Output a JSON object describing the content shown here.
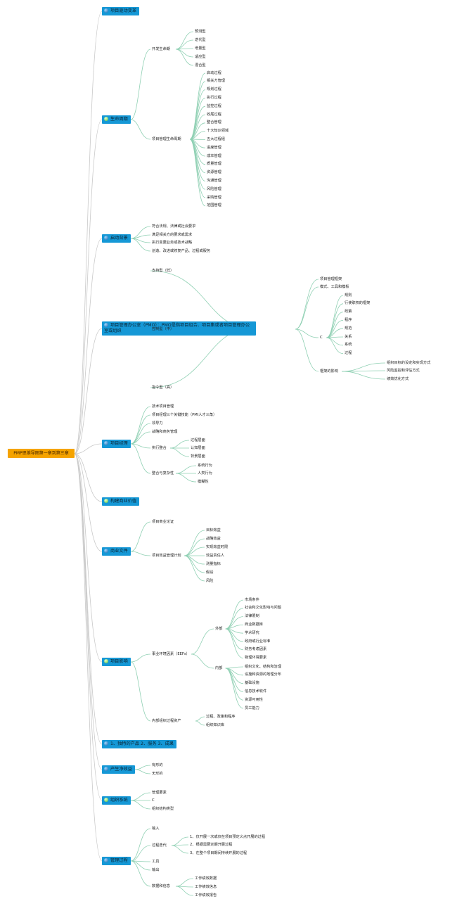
{
  "root": "PMP思维导图第一章到第三章",
  "branches": [
    {
      "label": "项目驱动变革",
      "icon": "sphere-icon"
    },
    {
      "label": "生命周期",
      "icon": "bulb-icon",
      "children": [
        {
          "label": "开发生命期",
          "children": [
            "预测型",
            "迭代型",
            "增量型",
            "适应型",
            "混合型"
          ]
        },
        {
          "label": "项目管理生命周期",
          "children": [
            "启动过程",
            "相关方管理",
            "规划过程",
            "执行过程",
            "监控过程",
            "收尾过程",
            "整合管理",
            "十大知识领域",
            "五大过程组",
            "进度管理",
            "成本管理",
            "质量管理",
            "资源管理",
            "沟通管理",
            "风险管理",
            "采购管理",
            "范围管理"
          ]
        }
      ]
    },
    {
      "label": "启动背景",
      "icon": "sphere-icon",
      "children": [
        "符合法规、法律或社会要求",
        "满足相关方的要求或需求",
        "执行变更业务或技术战略",
        "创造、改进或修复产品、过程或服务"
      ]
    },
    {
      "label": "项目管理办公室（PMO）：PMO是指项目组合、项目集或者项目管理办公室或组织",
      "icon": "sphere-icon",
      "children": [
        {
          "label": "支持型（低）"
        },
        {
          "label": "控制型（中）",
          "children": [
            "项目管理框架",
            "模式、工具和模板",
            {
              "label": "C",
              "children": [
                "规则",
                "行使职权的框架",
                "政策",
                "程序",
                "规范",
                "关系",
                "系统",
                "过程"
              ]
            },
            {
              "label": "框架的影响",
              "children": [
                "组织目标的设定和实现方式",
                "风险监控和评估方式",
                "绩效优化方式"
              ]
            }
          ]
        },
        {
          "label": "指令型（高）"
        }
      ]
    },
    {
      "label": "项目经理",
      "icon": "sphere-icon",
      "children": [
        "技术项目管理",
        "项目经理三个关键技能（PMI人才三角）",
        "领导力",
        "战略和商务管理",
        {
          "label": "执行整合",
          "children": [
            "过程层面",
            "认知层面",
            "背景层面"
          ]
        },
        {
          "label": "整合与复杂性",
          "children": [
            "系统行为",
            "人类行为",
            "模糊性"
          ]
        }
      ]
    },
    {
      "label": "构建商业价值",
      "icon": "bulb-icon"
    },
    {
      "label": "商业文件",
      "icon": "sphere-icon",
      "children": [
        "项目商业论证",
        {
          "label": "项目效益管理计划",
          "children": [
            "目标效益",
            "战略效益",
            "实现效益时限",
            "效益责任人",
            "测量指标",
            "假设",
            "风险"
          ]
        }
      ]
    },
    {
      "label": "项目影响",
      "icon": "bulb-icon",
      "children": [
        {
          "label": "事业环境因素（EEFs）",
          "children": [
            {
              "label": "外部",
              "children": [
                "市场条件",
                "社会和文化影响与问题",
                "法律限制",
                "商业数据库",
                "学术研究",
                "政府或行业标准",
                "财务考虑因素",
                "物理环境要素"
              ]
            },
            {
              "label": "内部",
              "children": [
                "组织文化、结构和治理",
                "设施和资源的地理分布",
                "基础设施",
                "信息技术软件",
                "资源可用性",
                "员工能力"
              ]
            }
          ]
        },
        {
          "label": "内部组织过程资产",
          "children": [
            "过程、政策和程序",
            "组织知识库"
          ]
        }
      ]
    },
    {
      "label": "1、独特的产品 2、服务 3、成果",
      "icon": "sphere-icon"
    },
    {
      "label": "产生净效益",
      "icon": "sphere-icon",
      "children": [
        "有形的",
        "无形的"
      ]
    },
    {
      "label": "组织系统",
      "icon": "bulb-icon",
      "children": [
        "管理要素",
        "C",
        "组织结构类型"
      ]
    },
    {
      "label": "管理过程",
      "icon": "sphere-icon",
      "children": [
        "输入",
        {
          "label": "过程迭代",
          "children": [
            "1、仅开展一次或仅在项目预定义点开展的过程",
            "2、根据需要定期开展过程",
            "3、在整个项目期间持续开展的过程"
          ]
        },
        "工具",
        "输出",
        {
          "label": "数据和信息",
          "children": [
            "工作绩效数据",
            "工作绩效信息",
            "工作绩效报告"
          ]
        }
      ]
    }
  ],
  "colors": {
    "root": "#f5a300",
    "branch": "#1598d6",
    "line": "#8fd0b3",
    "root_line": "#c9c9c9"
  }
}
